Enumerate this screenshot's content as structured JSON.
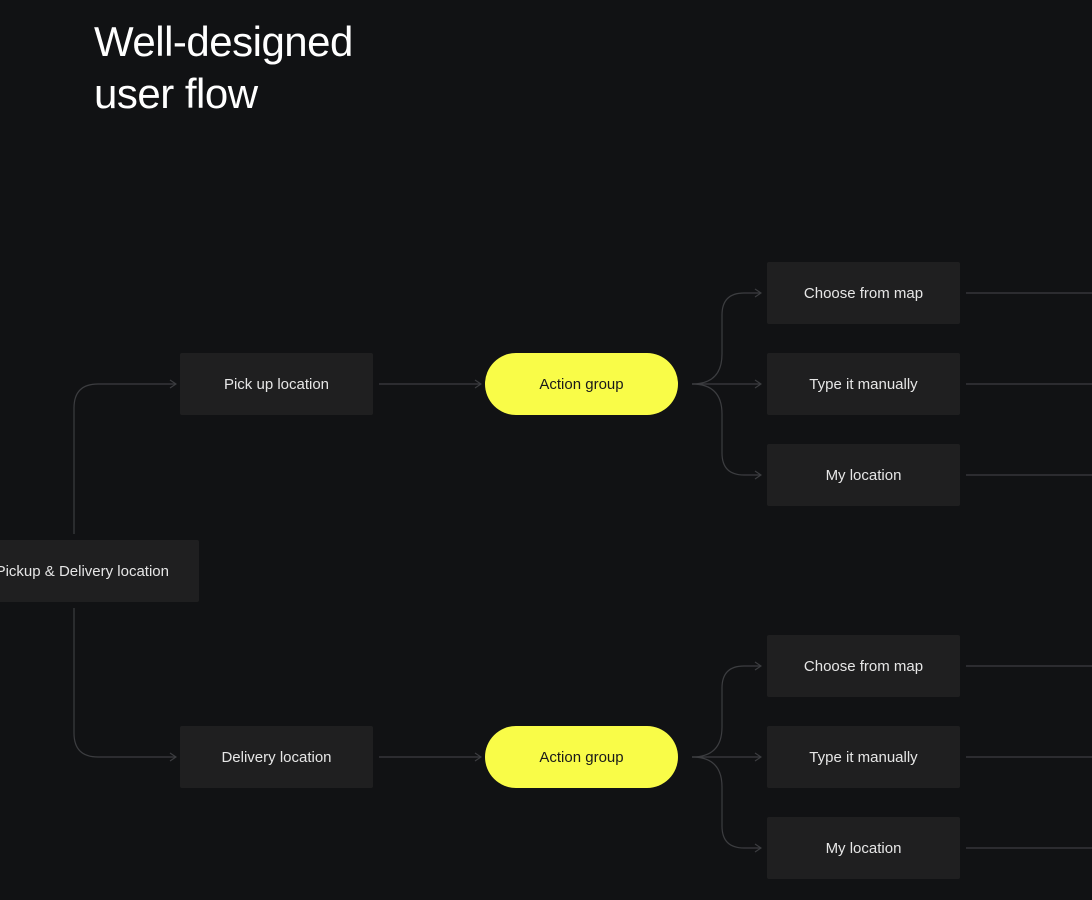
{
  "title": {
    "line1": "Well-designed",
    "line2": "user flow"
  },
  "colors": {
    "background": "#111214",
    "node_fill": "#1f1f20",
    "node_text": "#e6e6e6",
    "accent": "#f9fc48",
    "accent_text": "#1a1a1a",
    "connector": "#3c3d40",
    "title_text": "#ffffff"
  },
  "flow": {
    "root": {
      "label": "Pickup & Delivery location"
    },
    "branches": [
      {
        "label": "Pick up location",
        "action": "Action group",
        "options": [
          "Choose from map",
          "Type it manually",
          "My location"
        ]
      },
      {
        "label": "Delivery location",
        "action": "Action group",
        "options": [
          "Choose from map",
          "Type it manually",
          "My location"
        ]
      }
    ]
  }
}
